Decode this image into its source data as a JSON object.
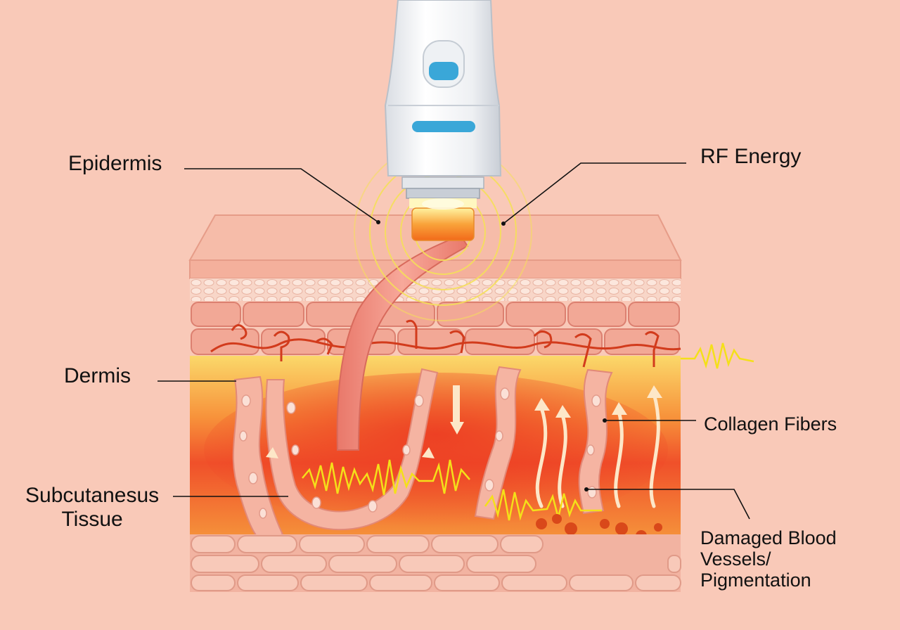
{
  "labels": {
    "epidermis": "Epidermis",
    "rf_energy": "RF Energy",
    "dermis": "Dermis",
    "collagen_fibers": "Collagen Fibers",
    "subcutaneous_line1": "Subcutanesus",
    "subcutaneous_line2": "Tissue",
    "damaged_line1": "Damaged Blood",
    "damaged_line2": "Vessels/",
    "damaged_line3": "Pigmentation"
  },
  "colors": {
    "background": "#f9c9b8",
    "device_body": "#f2f3f5",
    "device_button": "#3aa7d8",
    "rf_glow": "#f5e05a",
    "epidermis_top": "#f7bfae",
    "dermis_heat": "#f0502a",
    "dermis_warm": "#f9c25a",
    "pulse_wave": "#f4e019",
    "pigment_dots": "#d9481a",
    "leader_line": "#111111"
  },
  "icons": [
    "rf-device",
    "energy-rings",
    "collagen-fiber",
    "heat-arrow",
    "blood-capillary",
    "pigment-dot",
    "pulse-wave"
  ]
}
